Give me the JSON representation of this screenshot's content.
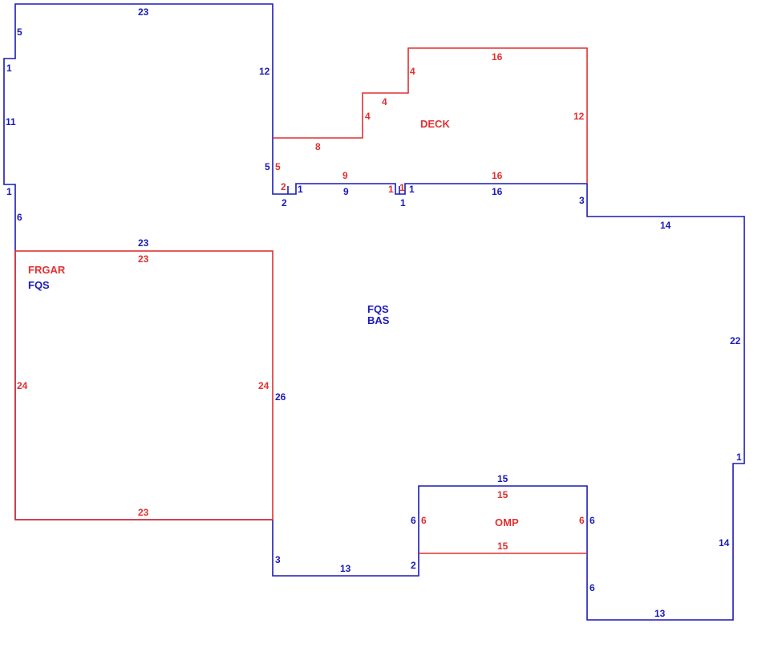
{
  "colors": {
    "blue": "#1a1ab8",
    "red": "#e03030"
  },
  "area_labels": {
    "frgar": "FRGAR",
    "frgar_fqs": "FQS",
    "main_fqs": "FQS",
    "main_bas": "BAS",
    "deck": "DECK",
    "omp": "OMP"
  },
  "dims": {
    "b_top_23": "23",
    "b_left_5": "5",
    "b_left_1a": "1",
    "b_left_11": "11",
    "b_left_1b": "1",
    "b_left_6": "6",
    "b_upper_12": "12",
    "b_upper_5": "5",
    "b_2": "2",
    "b_1a": "1",
    "b_9": "9",
    "b_1b": "1",
    "b_1c": "1",
    "b_16": "16",
    "b_3": "3",
    "b_14": "14",
    "b_22": "22",
    "b_1d": "1",
    "b_14b": "14",
    "b_13": "13",
    "b_6a": "6",
    "b_15": "15",
    "b_6b": "6",
    "b_6c": "6",
    "b_2b": "2",
    "b_13b": "13",
    "b_3b": "3",
    "b_26": "26",
    "b_23mid": "23",
    "r_16top": "16",
    "r_4a": "4",
    "r_4b": "4",
    "r_4c": "4",
    "r_12": "12",
    "r_8": "8",
    "r_5": "5",
    "r_2": "2",
    "r_9": "9",
    "r_1": "1",
    "r_1b": "1",
    "r_16": "16",
    "r_23top": "23",
    "r_24l": "24",
    "r_24r": "24",
    "r_23bot": "23",
    "r_15top": "15",
    "r_6l": "6",
    "r_6r": "6",
    "r_15bot": "15"
  }
}
